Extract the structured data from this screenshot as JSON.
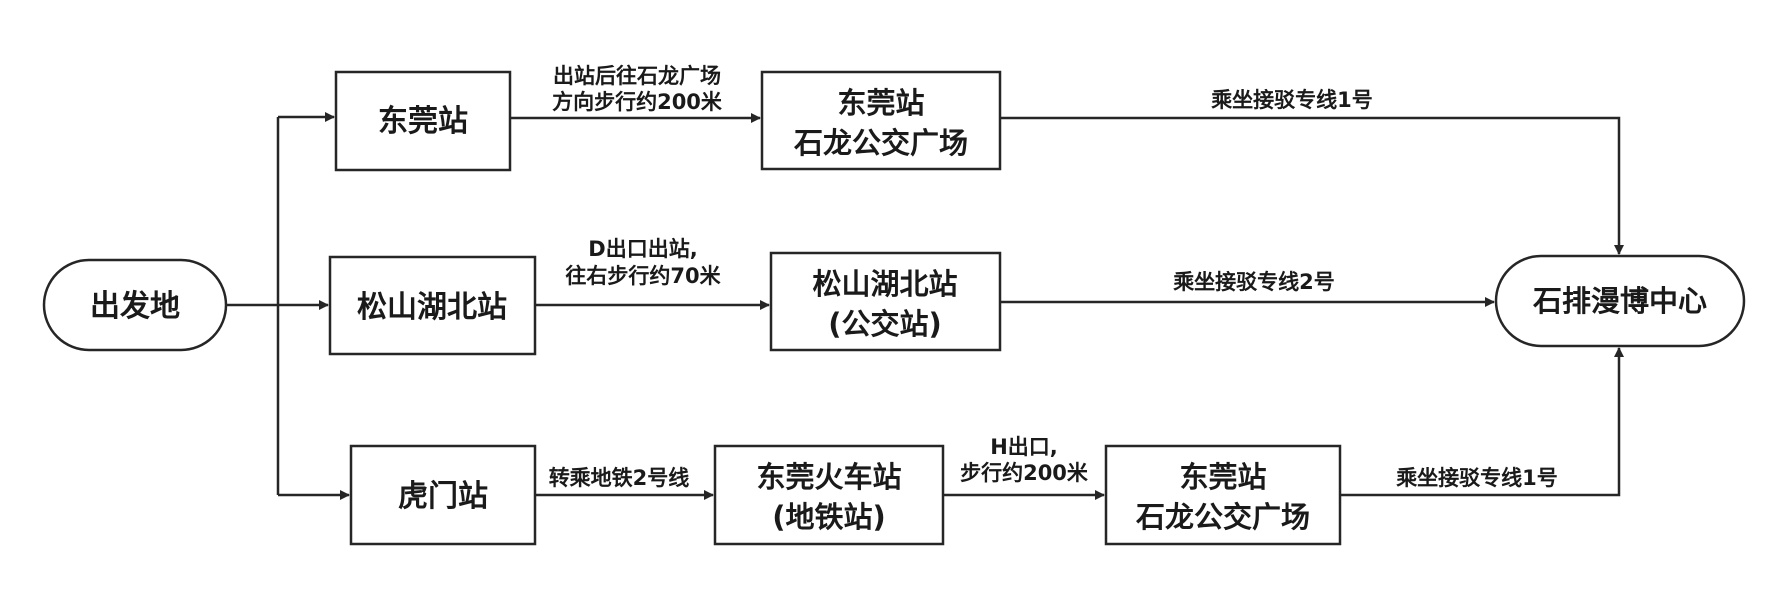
{
  "nodes": {
    "start": "出发地",
    "dongguan_station": "东莞站",
    "songshanhu_station": "松山湖北站",
    "humen_station": "虎门站",
    "shilong_bus_plaza_top": {
      "line1": "东莞站",
      "line2": "石龙公交广场"
    },
    "songshanhu_bus_stop": {
      "line1": "松山湖北站",
      "line2": "(公交站)"
    },
    "dongguan_train_metro": {
      "line1": "东莞火车站",
      "line2": "(地铁站)"
    },
    "shilong_bus_plaza_bottom": {
      "line1": "东莞站",
      "line2": "石龙公交广场"
    },
    "destination": "石排漫博中心"
  },
  "edges": {
    "walk_to_shilong": {
      "line1": "出站后往石龙广场",
      "line2": "方向步行约200米"
    },
    "shuttle_line1_top": "乘坐接驳专线1号",
    "exit_d_walk": {
      "line1": "D出口出站,",
      "line2": "往右步行约70米"
    },
    "shuttle_line2": "乘坐接驳专线2号",
    "metro_line2": "转乘地铁2号线",
    "exit_h_walk": {
      "line1": "H出口,",
      "line2": "步行约200米"
    },
    "shuttle_line1_bottom": "乘坐接驳专线1号"
  },
  "colors": {
    "stroke": "#262626",
    "text": "#1a1a1a",
    "background": "#ffffff"
  }
}
